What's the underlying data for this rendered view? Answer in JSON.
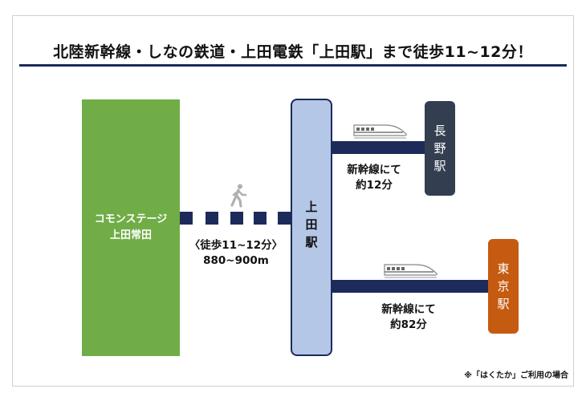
{
  "title": "北陸新幹線・しなの鉄道・上田電鉄「上田駅」まで徒歩11~12分！",
  "commons": {
    "line1": "コモンステージ",
    "line2": "上田常田"
  },
  "walk": {
    "line1": "〈徒歩11~12分〉",
    "line2": "880~900m"
  },
  "ueda_station": [
    "上",
    "田",
    "駅"
  ],
  "nagano_station": [
    "長",
    "野",
    "駅"
  ],
  "tokyo_station": [
    "東",
    "京",
    "駅"
  ],
  "route_nagano": {
    "line1": "新幹線にて",
    "line2": "約12分"
  },
  "route_tokyo": {
    "line1": "新幹線にて",
    "line2": "約82分"
  },
  "note": "※「はくたか」ご利用の場合",
  "icons": {
    "walker": "walking-person-icon",
    "train": "shinkansen-train-icon"
  },
  "colors": {
    "navy": "#1c2b5a",
    "green": "#70ad47",
    "ueda": "#b4c7e7",
    "nagano": "#333f50",
    "tokyo": "#c55a11"
  }
}
